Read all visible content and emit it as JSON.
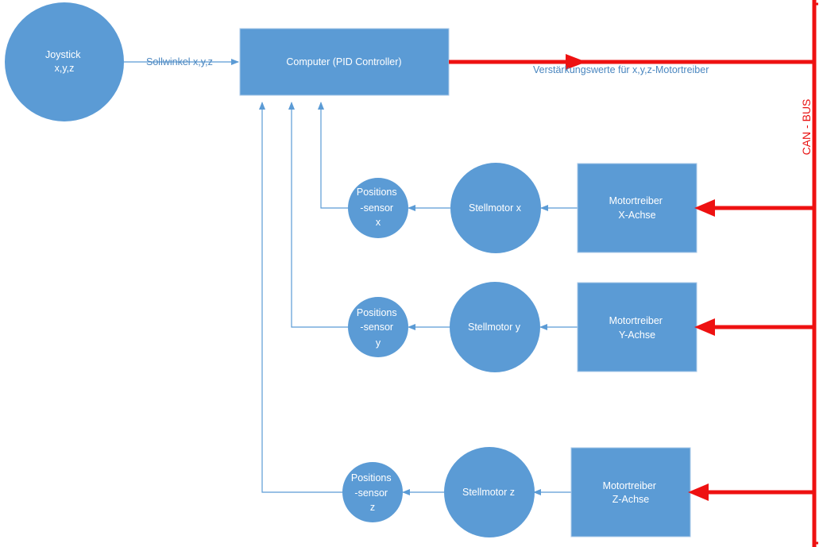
{
  "nodes": {
    "joystick": [
      "Joystick",
      "x,y,z"
    ],
    "computer": [
      "Computer (PID Controller)"
    ],
    "sensor_x": [
      "Positions",
      "-sensor",
      "x"
    ],
    "sensor_y": [
      "Positions",
      "-sensor",
      "y"
    ],
    "sensor_z": [
      "Positions",
      "-sensor",
      "z"
    ],
    "motor_x": [
      "Stellmotor x"
    ],
    "motor_y": [
      "Stellmotor y"
    ],
    "motor_z": [
      "Stellmotor z"
    ],
    "driver_x": [
      "Motortreiber",
      "X-Achse"
    ],
    "driver_y": [
      "Motortreiber",
      "Y-Achse"
    ],
    "driver_z": [
      "Motortreiber",
      "Z-Achse"
    ]
  },
  "labels": {
    "sollwinkel": "Sollwinkel x,y,z",
    "verstaerkung": "Verstärkungswerte für  x,y,z-Motortreiber",
    "can_bus": "CAN - BUS"
  },
  "colors": {
    "node_fill": "#5b9bd5",
    "connector": "#5b9bd5",
    "bus_red": "#ee1111",
    "text_white": "#ffffff"
  }
}
